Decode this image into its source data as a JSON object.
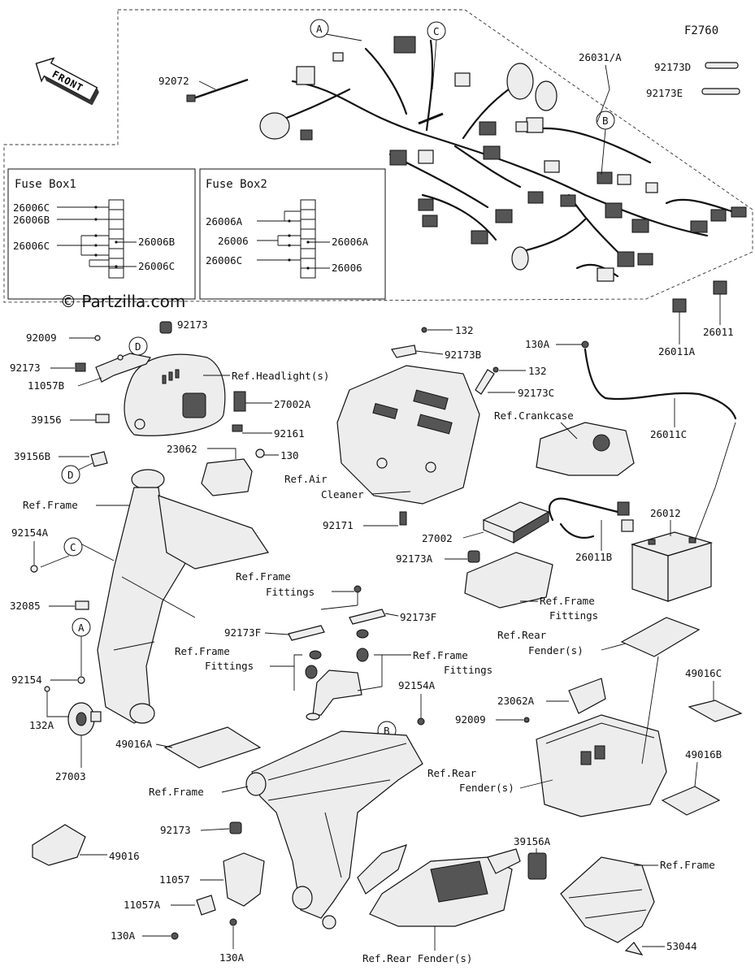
{
  "figure_code": "F2760",
  "front_label": "FRONT",
  "watermark": "© Partzilla.com",
  "fuse_box1": {
    "title": "Fuse Box1",
    "labels": [
      "26006C",
      "26006B",
      "26006C",
      "26006B",
      "26006C"
    ]
  },
  "fuse_box2": {
    "title": "Fuse Box2",
    "labels": [
      "26006A",
      "26006",
      "26006C",
      "26006A",
      "26006"
    ]
  },
  "ref_letters": [
    "A",
    "B",
    "C",
    "D"
  ],
  "parts": {
    "p26031A": "26031/A",
    "p92072": "92072",
    "p92173D": "92173D",
    "p92173E": "92173E",
    "p26011": "26011",
    "p26011A": "26011A",
    "p92009a": "92009",
    "p92173a": "92173",
    "p92173b": "92173",
    "p11057B": "11057B",
    "p39156": "39156",
    "p39156B": "39156B",
    "p27002A": "27002A",
    "p92161": "92161",
    "p23062": "23062",
    "p130": "130",
    "p132a": "132",
    "p92173B": "92173B",
    "p132b": "132",
    "p92173C": "92173C",
    "p130Aa": "130A",
    "p26011C": "26011C",
    "p92154A_a": "92154A",
    "p32085": "32085",
    "p92154": "92154",
    "p92171": "92171",
    "p27002": "27002",
    "p92173A": "92173A",
    "p26011B": "26011B",
    "p26012": "26012",
    "p92173F_a": "92173F",
    "p92173F_b": "92173F",
    "p92154A_b": "92154A",
    "p132A": "132A",
    "p27003": "27003",
    "p49016A": "49016A",
    "p23062A": "23062A",
    "p92009b": "92009",
    "p49016C": "49016C",
    "p49016B": "49016B",
    "p92173c": "92173",
    "p49016": "49016",
    "p39156A": "39156A",
    "p11057": "11057",
    "p11057A": "11057A",
    "p130Ab": "130A",
    "p130Ac": "130A",
    "p53044": "53044"
  },
  "refs": {
    "headlight": "Ref.Headlight(s)",
    "frame1": "Ref.Frame",
    "air1": "Ref.Air",
    "air2": "Cleaner",
    "crankcase": "Ref.Crankcase",
    "ff1a": "Ref.Frame",
    "ff1b": "Fittings",
    "ff2a": "Ref.Frame",
    "ff2b": "Fittings",
    "ff3a": "Ref.Frame",
    "ff3b": "Fittings",
    "ff4a": "Ref.Frame",
    "ff4b": "Fittings",
    "rf1a": "Ref.Rear",
    "rf1b": "Fender(s)",
    "rf2a": "Ref.Rear",
    "rf2b": "Fender(s)",
    "frame2": "Ref.Frame",
    "rearfender3": "Ref.Rear Fender(s)",
    "frame3": "Ref.Frame"
  }
}
